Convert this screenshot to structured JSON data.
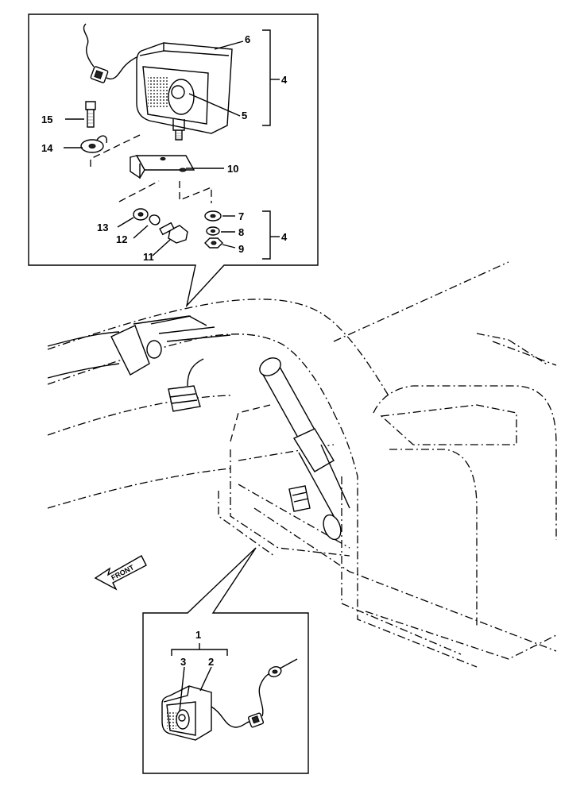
{
  "labels": {
    "item_1": "1",
    "item_2": "2",
    "item_3": "3",
    "item_4_upper": "4",
    "item_4_lower": "4",
    "item_5": "5",
    "item_6": "6",
    "item_7": "7",
    "item_8": "8",
    "item_9": "9",
    "item_10": "10",
    "item_11": "11",
    "item_12": "12",
    "item_13": "13",
    "item_14": "14",
    "item_15": "15",
    "front": "FRONT"
  }
}
